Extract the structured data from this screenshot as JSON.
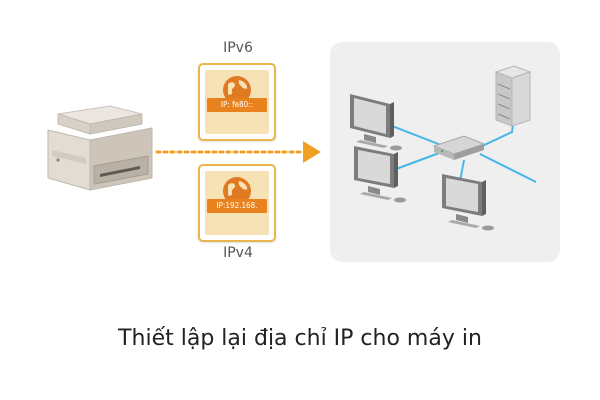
{
  "diagram": {
    "ipv6": {
      "label": "IPv6",
      "address": "IP: fe80::"
    },
    "ipv4": {
      "label": "IPv4",
      "address": "IP:192.168."
    }
  },
  "caption": "Thiết lập lại địa chỉ IP cho máy in",
  "colors": {
    "card_border": "#e8b64c",
    "card_fill": "#f6e2b5",
    "tag": "#e8821e",
    "globe": "#e07a22",
    "arrow": "#f0a020",
    "network_link": "#45b6e6",
    "panel": "#efefef"
  }
}
